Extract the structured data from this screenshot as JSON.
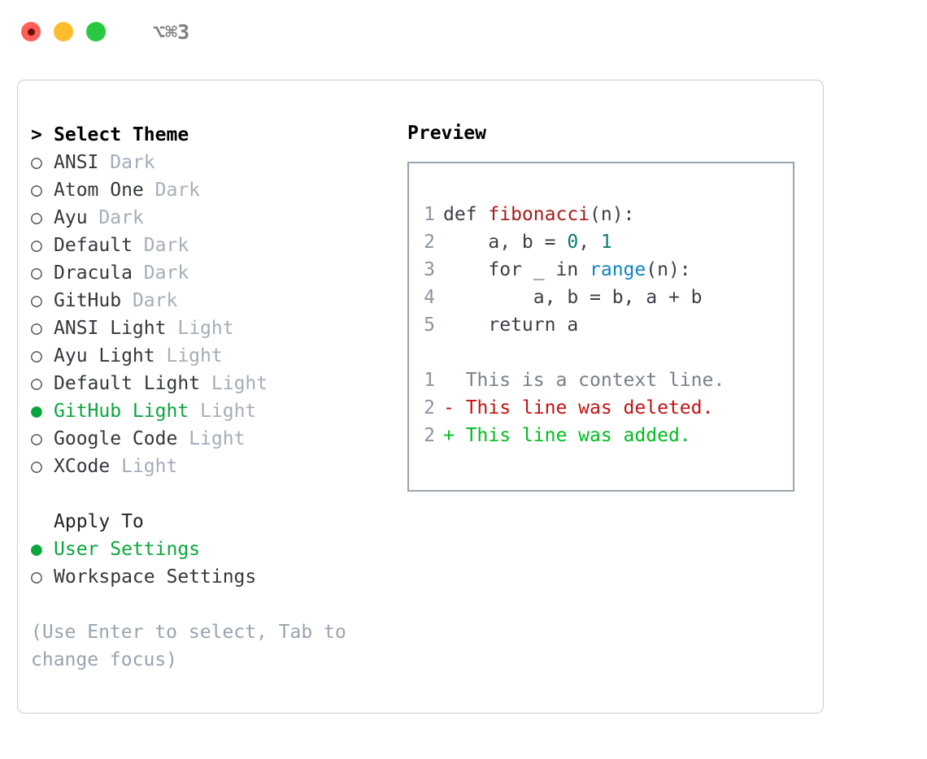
{
  "window": {
    "shortcut": "⌥⌘3",
    "traffic_lights": [
      {
        "name": "close",
        "color": "#ff5f57"
      },
      {
        "name": "minimize",
        "color": "#ffbd2e"
      },
      {
        "name": "maximize",
        "color": "#28c840"
      }
    ]
  },
  "left": {
    "title_marker": ">",
    "title": "Select Theme",
    "unselected_marker": "○",
    "selected_marker": "●",
    "themes": [
      {
        "name": "ANSI",
        "variant": "Dark",
        "selected": false
      },
      {
        "name": "Atom One",
        "variant": "Dark",
        "selected": false
      },
      {
        "name": "Ayu",
        "variant": "Dark",
        "selected": false
      },
      {
        "name": "Default",
        "variant": "Dark",
        "selected": false
      },
      {
        "name": "Dracula",
        "variant": "Dark",
        "selected": false
      },
      {
        "name": "GitHub",
        "variant": "Dark",
        "selected": false
      },
      {
        "name": "ANSI Light",
        "variant": "Light",
        "selected": false
      },
      {
        "name": "Ayu Light",
        "variant": "Light",
        "selected": false
      },
      {
        "name": "Default Light",
        "variant": "Light",
        "selected": false
      },
      {
        "name": "GitHub Light",
        "variant": "Light",
        "selected": true
      },
      {
        "name": "Google Code",
        "variant": "Light",
        "selected": false
      },
      {
        "name": "XCode",
        "variant": "Light",
        "selected": false
      }
    ],
    "apply_to": {
      "heading": "Apply To",
      "options": [
        {
          "label": "User Settings",
          "selected": true
        },
        {
          "label": "Workspace Settings",
          "selected": false
        }
      ]
    },
    "hint": "(Use Enter to select, Tab to change focus)"
  },
  "right": {
    "title": "Preview",
    "code_lines": [
      {
        "num": "1",
        "segments": [
          {
            "text": "def ",
            "token": "plain"
          },
          {
            "text": "fibonacci",
            "token": "fn"
          },
          {
            "text": "(n):",
            "token": "plain"
          }
        ]
      },
      {
        "num": "2",
        "segments": [
          {
            "text": "    a, b = ",
            "token": "plain"
          },
          {
            "text": "0",
            "token": "num"
          },
          {
            "text": ", ",
            "token": "plain"
          },
          {
            "text": "1",
            "token": "num"
          }
        ]
      },
      {
        "num": "3",
        "segments": [
          {
            "text": "    for _ in ",
            "token": "plain"
          },
          {
            "text": "range",
            "token": "call"
          },
          {
            "text": "(n):",
            "token": "plain"
          }
        ]
      },
      {
        "num": "4",
        "segments": [
          {
            "text": "        a, b = b, a + b",
            "token": "plain"
          }
        ]
      },
      {
        "num": "5",
        "segments": [
          {
            "text": "    return a",
            "token": "plain"
          }
        ]
      }
    ],
    "diff_lines": [
      {
        "num": "1",
        "kind": "ctx",
        "text": "  This is a context line."
      },
      {
        "num": "2",
        "kind": "del",
        "text": "- This line was deleted."
      },
      {
        "num": "2",
        "kind": "add",
        "text": "+ This line was added."
      }
    ]
  },
  "colors": {
    "accent_green": "#0aa63c",
    "muted": "#a5adb8",
    "diff_add": "#00bd1f",
    "diff_del": "#c21313",
    "fn": "#a81c1c",
    "num": "#0c7b72",
    "call": "#1184c4"
  }
}
